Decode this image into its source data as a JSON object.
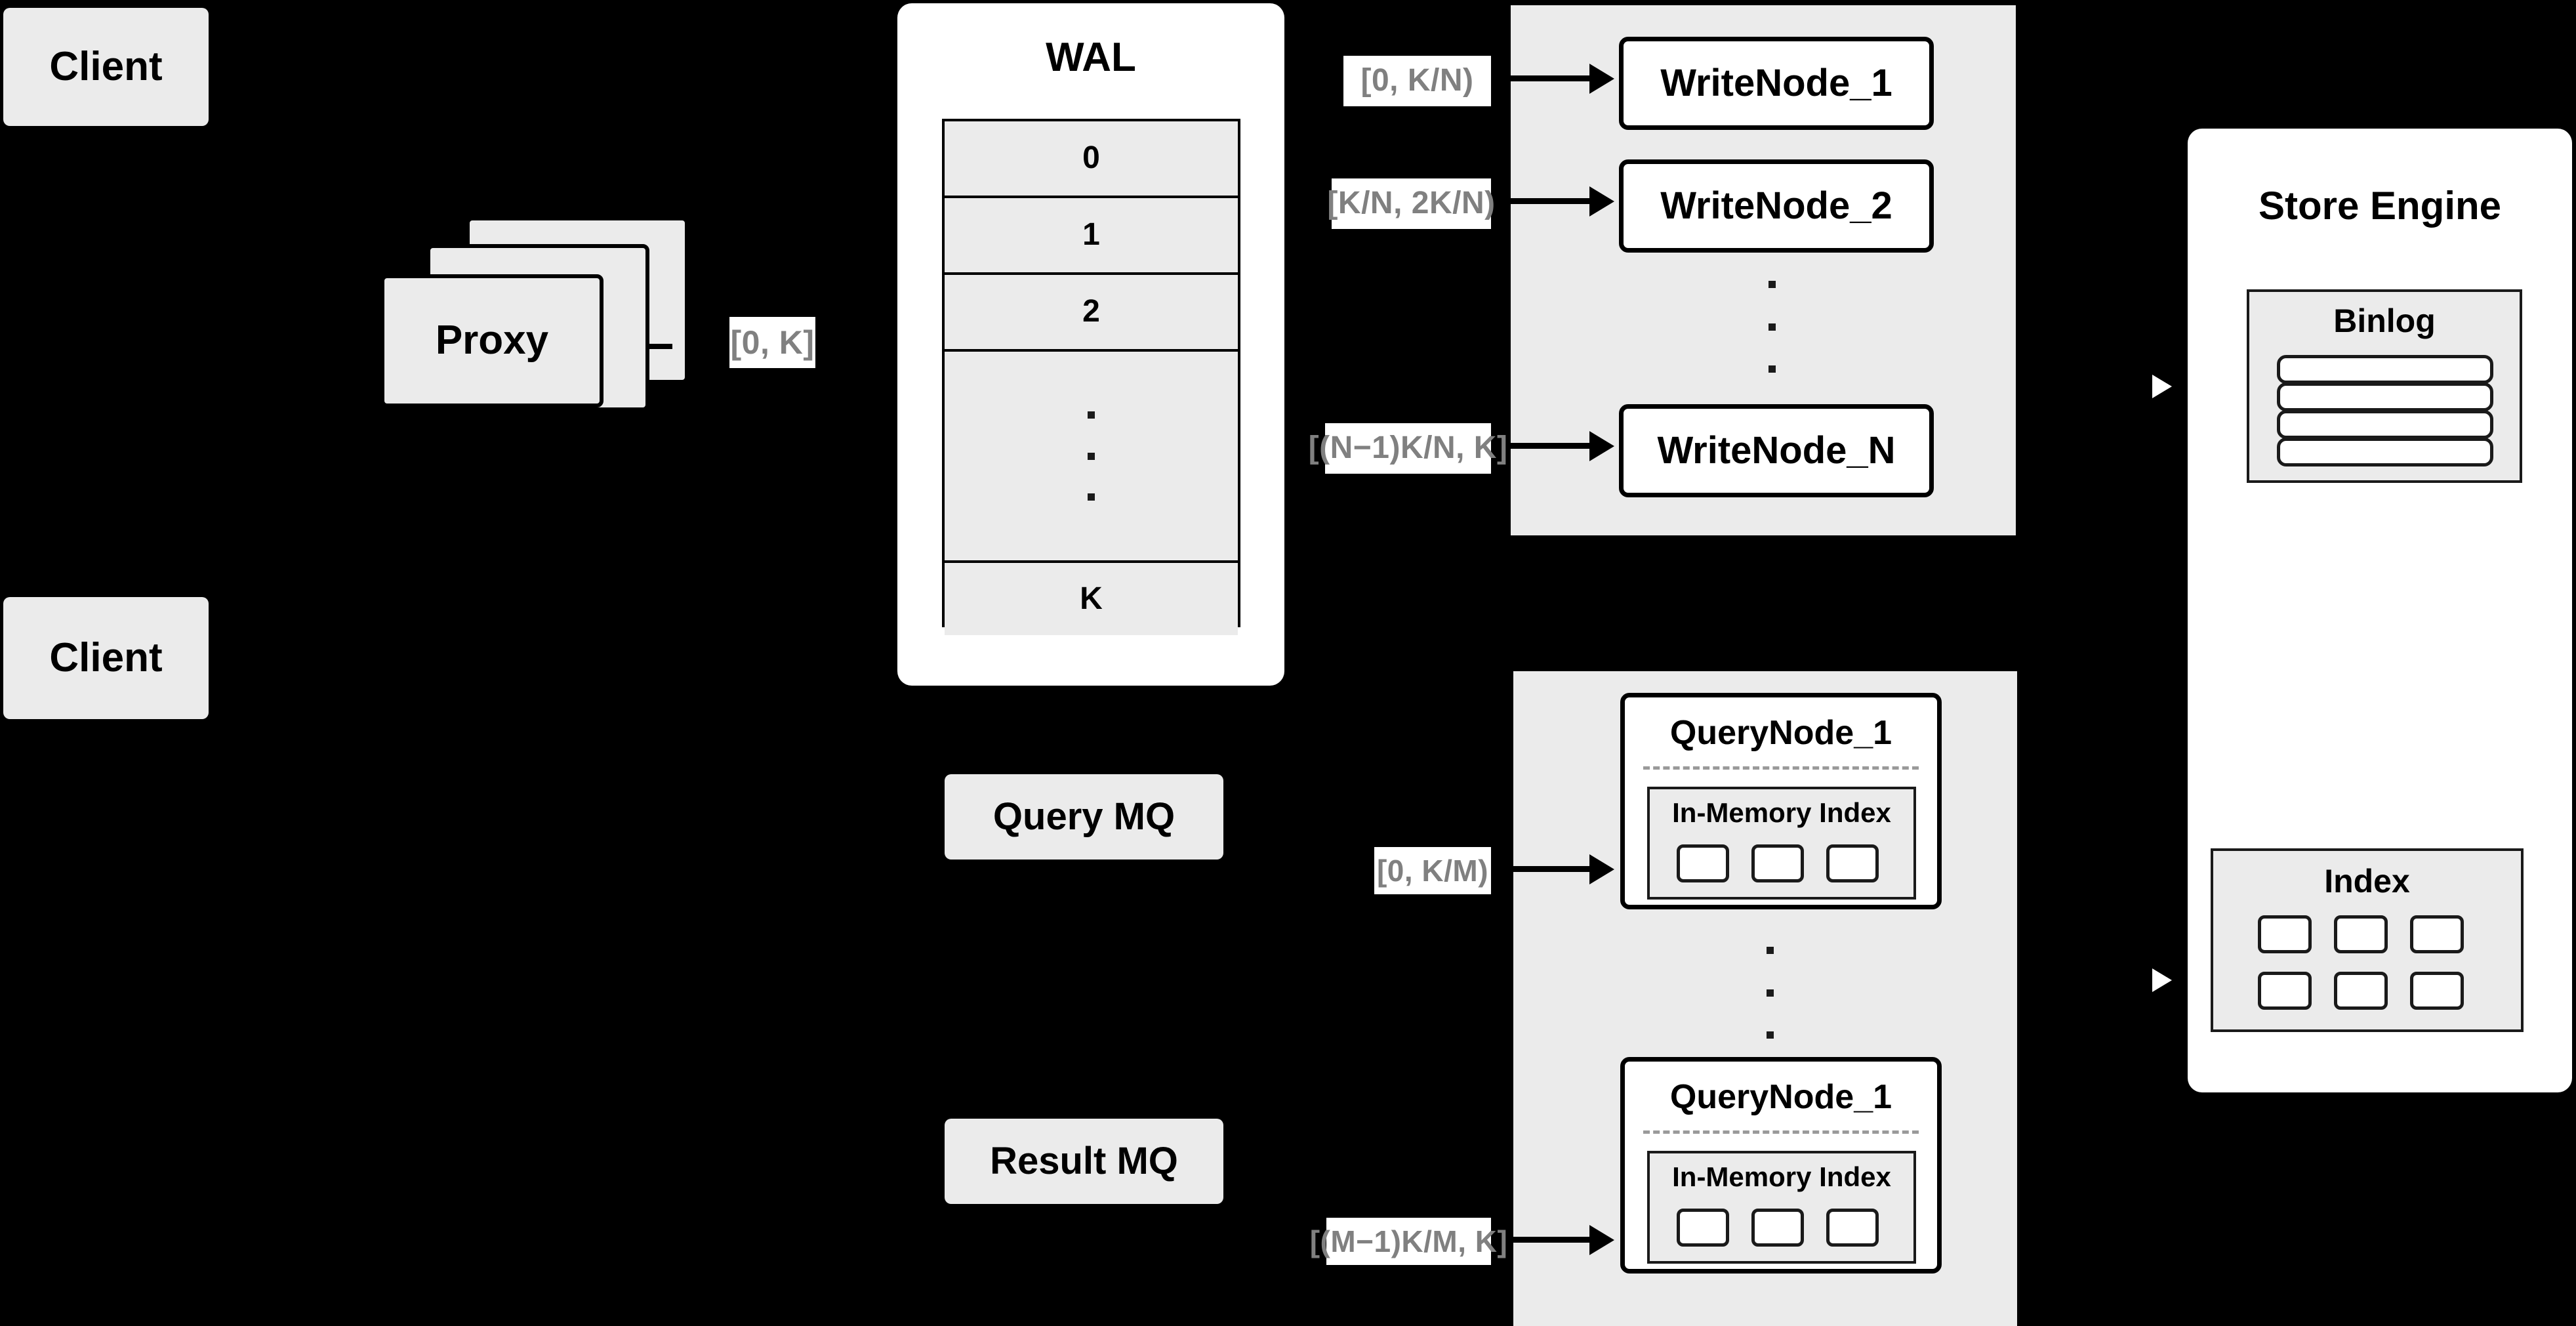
{
  "diagram": {
    "title": "Distributed Vector Database Architecture",
    "background_color": "#000000",
    "node_fill_grey": "#ebebeb",
    "node_fill_white": "#ffffff",
    "stroke_color": "#000000",
    "label_text_color": "#808080",
    "label_plate_color": "#ffffff"
  },
  "clients": [
    {
      "label": "Client"
    },
    {
      "label": "Client"
    }
  ],
  "proxy": {
    "label": "Proxy",
    "stack_count": 3
  },
  "wal": {
    "title": "WAL",
    "rows": [
      "0",
      "1",
      "2",
      "⋮",
      "K"
    ],
    "ellipsis_row_index": 3
  },
  "queues": [
    {
      "label": "Query MQ"
    },
    {
      "label": "Result MQ"
    }
  ],
  "write_cluster": {
    "nodes": [
      {
        "label": "WriteNode_1"
      },
      {
        "label": "WriteNode_2"
      },
      {
        "label": "WriteNode_N"
      }
    ],
    "ellipsis": "⋮"
  },
  "query_cluster": {
    "nodes": [
      {
        "label": "QueryNode_1",
        "index_label": "In-Memory Index",
        "segments": 3
      },
      {
        "label": "QueryNode_1",
        "index_label": "In-Memory Index",
        "segments": 3
      }
    ],
    "ellipsis": "⋮"
  },
  "store_engine": {
    "title": "Store Engine",
    "binlog": {
      "title": "Binlog",
      "rows": 4
    },
    "index": {
      "title": "Index",
      "cells": 6,
      "columns": 3,
      "rows": 2
    }
  },
  "edge_labels": {
    "proxy_to_wal": "[0, K]",
    "wal_to_writenode_1": "[0,  K/N)",
    "wal_to_writenode_2": "[K/N, 2K/N)",
    "wal_to_writenode_n": "[(N−1)K/N,  K]",
    "mq_to_querynode_1": "[0, K/M)",
    "mq_to_querynode_m": "[(M−1)K/M, K]"
  }
}
